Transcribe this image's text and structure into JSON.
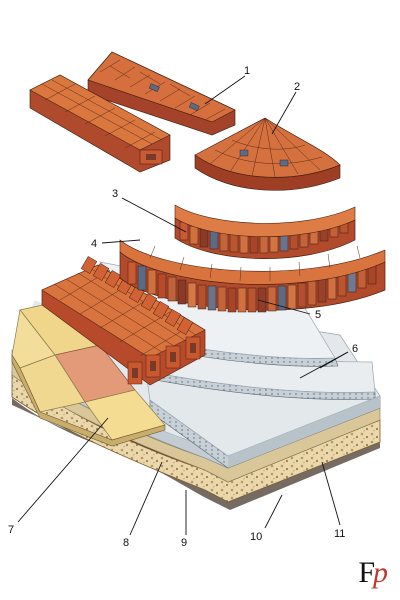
{
  "labels": [
    {
      "id": "1",
      "text": "1"
    },
    {
      "id": "2",
      "text": "2"
    },
    {
      "id": "3",
      "text": "3"
    },
    {
      "id": "4",
      "text": "4"
    },
    {
      "id": "5",
      "text": "5"
    },
    {
      "id": "6",
      "text": "6"
    },
    {
      "id": "7",
      "text": "7"
    },
    {
      "id": "8",
      "text": "8"
    },
    {
      "id": "9",
      "text": "9"
    },
    {
      "id": "10",
      "text": "10"
    },
    {
      "id": "11",
      "text": "11"
    }
  ],
  "logo": {
    "letter_f": "F",
    "letter_p": "p"
  },
  "colors": {
    "brick_red": "#c8512f",
    "brick_orange": "#d9753a",
    "brick_dark": "#7a3a2a",
    "brick_blue": "#5b6b86",
    "concrete": "#dfe5e9",
    "concrete_edge": "#b9c3ca",
    "tile_yellow": "#f3d98a",
    "tile_pink": "#e39a7a",
    "gravel": "#e9d9b0",
    "soil": "#5a4634"
  }
}
